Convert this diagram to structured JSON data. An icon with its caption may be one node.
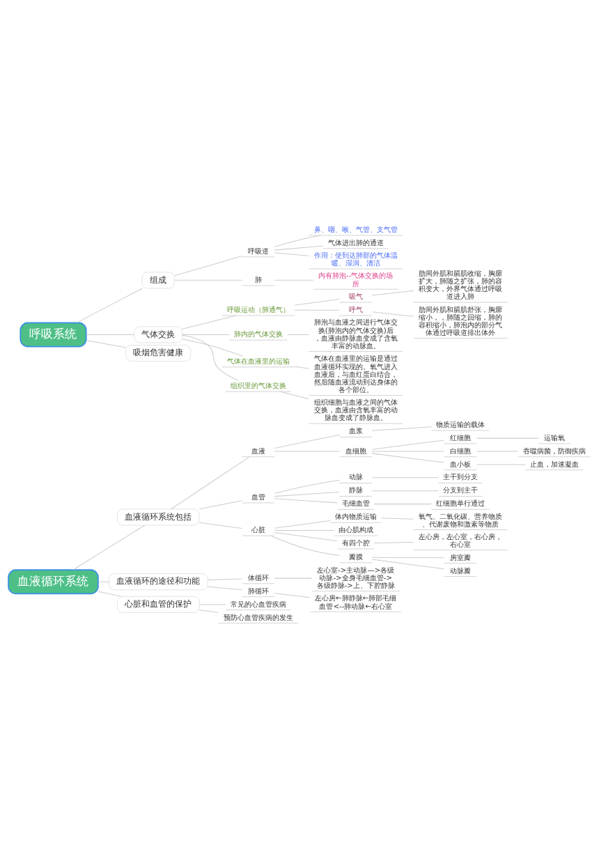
{
  "diagram": {
    "nodes": [
      {
        "text": [
          "血液循环系统"
        ]
      },
      {
        "text": [
          "血液循环系统包括"
        ]
      },
      {
        "text": [
          "血液"
        ]
      },
      {
        "text": [
          "血浆"
        ]
      },
      {
        "text": [
          "物质运输的载体"
        ]
      },
      {
        "text": [
          "血细胞"
        ]
      },
      {
        "text": [
          "红细胞"
        ]
      },
      {
        "text": [
          "运输氧"
        ]
      },
      {
        "text": [
          "白细胞"
        ]
      },
      {
        "text": [
          "吞噬病菌，防御疾病"
        ]
      },
      {
        "text": [
          "血小板"
        ]
      },
      {
        "text": [
          "止血，加速凝血"
        ]
      },
      {
        "text": [
          "血管"
        ]
      },
      {
        "text": [
          "动脉"
        ]
      },
      {
        "text": [
          "主干到分支"
        ]
      },
      {
        "text": [
          "静脉"
        ]
      },
      {
        "text": [
          "分支到主干"
        ]
      },
      {
        "text": [
          "毛细血管"
        ]
      },
      {
        "text": [
          "红细胞单行通过"
        ]
      },
      {
        "text": [
          "心脏"
        ]
      },
      {
        "text": [
          "体内物质运输"
        ]
      },
      {
        "text": [
          "氧气、二氧化碳、营养物质、代谢废物和激素等物质"
        ]
      },
      {
        "text": [
          "由心肌构成"
        ]
      },
      {
        "text": [
          "有四个腔"
        ]
      },
      {
        "text": [
          "左心房，左心室，右心房，右心室"
        ]
      },
      {
        "text": [
          "瓣膜"
        ]
      },
      {
        "text": [
          "房室瓣"
        ]
      },
      {
        "text": [
          "动脉瓣"
        ]
      },
      {
        "text": [
          "血液循环的途径和功能"
        ]
      },
      {
        "text": [
          "体循环"
        ]
      },
      {
        "text": [
          "左心室->主动脉—>各级动脉->全身毛细血管->各级静脉->上、下腔静脉"
        ]
      },
      {
        "text": [
          "肺循环"
        ]
      },
      {
        "text": [
          "左心房←肺静脉←肺部毛细血管<--肺动脉←右心室"
        ]
      },
      {
        "text": [
          "心脏和血管的保护"
        ]
      },
      {
        "text": [
          "常见的心血管疾病"
        ]
      },
      {
        "text": [
          "预防心血管疾病的发生"
        ]
      },
      {
        "text": [
          "呼吸系统"
        ]
      },
      {
        "text": [
          "组成"
        ]
      },
      {
        "text": [
          "呼吸道"
        ]
      },
      {
        "text": [
          "鼻、咽、喉、气管、支气管"
        ]
      },
      {
        "text": [
          "气体进出肺的通道"
        ]
      },
      {
        "text": [
          "作用：使到达肺部的气体温暖、湿润、清洁"
        ]
      },
      {
        "text": [
          "肺"
        ]
      },
      {
        "text": [
          "内有肺泡--气体交换的场所"
        ]
      },
      {
        "text": [
          "气体交换"
        ]
      },
      {
        "text": [
          "呼吸运动（肺通气）"
        ]
      },
      {
        "text": [
          "吸气"
        ]
      },
      {
        "text": [
          "肋间外肌和膈肌收缩，胸廓扩大，肺随之扩张，肺的容积变大，外界气体通过呼吸道进入肺"
        ]
      },
      {
        "text": [
          "呼气"
        ]
      },
      {
        "text": [
          "肋间外肌和膈肌舒张，胸廓缩小，，肺随之回缩，肺的容积缩小，肺泡内的部分气体通过呼吸道排出体外"
        ]
      },
      {
        "text": [
          "肺内的气体交换"
        ]
      },
      {
        "text": [
          "肺泡与血液之间进行气体交换(肺泡内的气体交换)后，血液由静脉血变成了含氧丰富的动脉血。"
        ]
      },
      {
        "text": [
          "气体在血液里的运输"
        ]
      },
      {
        "text": [
          "气体在血液里的运输是通过血液循环实现的。氧气进入血液后，与血红蛋白结合，然后随血液流动到达身体的各个部位。"
        ]
      },
      {
        "text": [
          "组织里的气体交换"
        ]
      },
      {
        "text": [
          "组织细胞与血液之间的气体交换，血液由含氧丰富的动脉血变成了静脉血。"
        ]
      },
      {
        "text": [
          "吸烟危害健康"
        ]
      }
    ],
    "edges": [
      {
        "from": 0,
        "to": 1,
        "arrow": "none"
      },
      {
        "from": 1,
        "to": 2,
        "arrow": "none"
      },
      {
        "from": 2,
        "to": 3,
        "arrow": "none"
      },
      {
        "from": 3,
        "to": 4,
        "arrow": "none"
      },
      {
        "from": 2,
        "to": 5,
        "arrow": "none"
      },
      {
        "from": 5,
        "to": 6,
        "arrow": "none"
      },
      {
        "from": 6,
        "to": 7,
        "arrow": "none"
      },
      {
        "from": 5,
        "to": 8,
        "arrow": "none"
      },
      {
        "from": 8,
        "to": 9,
        "arrow": "none"
      },
      {
        "from": 5,
        "to": 10,
        "arrow": "none"
      },
      {
        "from": 10,
        "to": 11,
        "arrow": "none"
      },
      {
        "from": 1,
        "to": 12,
        "arrow": "none"
      },
      {
        "from": 12,
        "to": 13,
        "arrow": "none"
      },
      {
        "from": 13,
        "to": 14,
        "arrow": "none"
      },
      {
        "from": 12,
        "to": 15,
        "arrow": "none"
      },
      {
        "from": 15,
        "to": 16,
        "arrow": "none"
      },
      {
        "from": 12,
        "to": 17,
        "arrow": "none"
      },
      {
        "from": 17,
        "to": 18,
        "arrow": "none"
      },
      {
        "from": 1,
        "to": 19,
        "arrow": "none"
      },
      {
        "from": 19,
        "to": 20,
        "arrow": "none"
      },
      {
        "from": 20,
        "to": 21,
        "arrow": "none"
      },
      {
        "from": 19,
        "to": 22,
        "arrow": "none"
      },
      {
        "from": 19,
        "to": 23,
        "arrow": "none"
      },
      {
        "from": 23,
        "to": 24,
        "arrow": "none"
      },
      {
        "from": 19,
        "to": 25,
        "arrow": "none"
      },
      {
        "from": 25,
        "to": 26,
        "arrow": "none"
      },
      {
        "from": 25,
        "to": 27,
        "arrow": "none"
      },
      {
        "from": 0,
        "to": 28,
        "arrow": "none"
      },
      {
        "from": 28,
        "to": 29,
        "arrow": "none"
      },
      {
        "from": 29,
        "to": 30,
        "arrow": "none"
      },
      {
        "from": 28,
        "to": 31,
        "arrow": "none"
      },
      {
        "from": 31,
        "to": 32,
        "arrow": "none"
      },
      {
        "from": 0,
        "to": 33,
        "arrow": "none"
      },
      {
        "from": 33,
        "to": 34,
        "arrow": "none"
      },
      {
        "from": 33,
        "to": 35,
        "arrow": "none"
      },
      {
        "from": 36,
        "to": 37,
        "arrow": "none"
      },
      {
        "from": 37,
        "to": 38,
        "arrow": "none"
      },
      {
        "from": 38,
        "to": 39,
        "arrow": "none"
      },
      {
        "from": 38,
        "to": 40,
        "arrow": "none"
      },
      {
        "from": 38,
        "to": 41,
        "arrow": "none"
      },
      {
        "from": 37,
        "to": 42,
        "arrow": "none"
      },
      {
        "from": 42,
        "to": 43,
        "arrow": "none"
      },
      {
        "from": 36,
        "to": 44,
        "arrow": "none"
      },
      {
        "from": 44,
        "to": 45,
        "arrow": "none"
      },
      {
        "from": 45,
        "to": 46,
        "arrow": "none"
      },
      {
        "from": 46,
        "to": 47,
        "arrow": "none"
      },
      {
        "from": 45,
        "to": 48,
        "arrow": "none"
      },
      {
        "from": 48,
        "to": 49,
        "arrow": "none"
      },
      {
        "from": 44,
        "to": 50,
        "arrow": "none"
      },
      {
        "from": 50,
        "to": 51,
        "arrow": "none"
      },
      {
        "from": 44,
        "to": 52,
        "arrow": "none"
      },
      {
        "from": 52,
        "to": 53,
        "arrow": "none"
      },
      {
        "from": 44,
        "to": 54,
        "arrow": "none"
      },
      {
        "from": 54,
        "to": 55,
        "arrow": "none"
      },
      {
        "from": 36,
        "to": 56,
        "arrow": "none"
      }
    ]
  }
}
